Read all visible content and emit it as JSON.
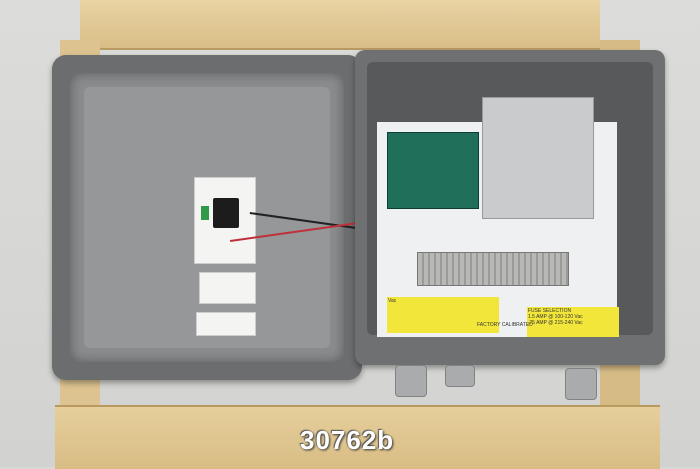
{
  "image": {
    "description": "Opened gray fiberglass electrical enclosure on a wooden pallet, lid open on left with relay socket and certification labels, main box on right containing circuit board, power supply, terminal blocks and colored wiring",
    "caption": "30762b",
    "lid_labels": [
      "UL listed label",
      "Inspection label"
    ],
    "panel_labels": {
      "factory": "FACTORY CALIBRATED",
      "fuse_selection": "FUSE SELECTION",
      "fuse_line1": "1.5 AMP @ 100-120 Vac",
      "fuse_line2": ".75 AMP @ 215-240 Vac",
      "table_header": "Vac"
    },
    "colors": {
      "enclosure": "#6e7071",
      "pallet": "#dcc38f",
      "pcb": "#1f6f5a",
      "label_yellow": "#f2e63a"
    }
  }
}
